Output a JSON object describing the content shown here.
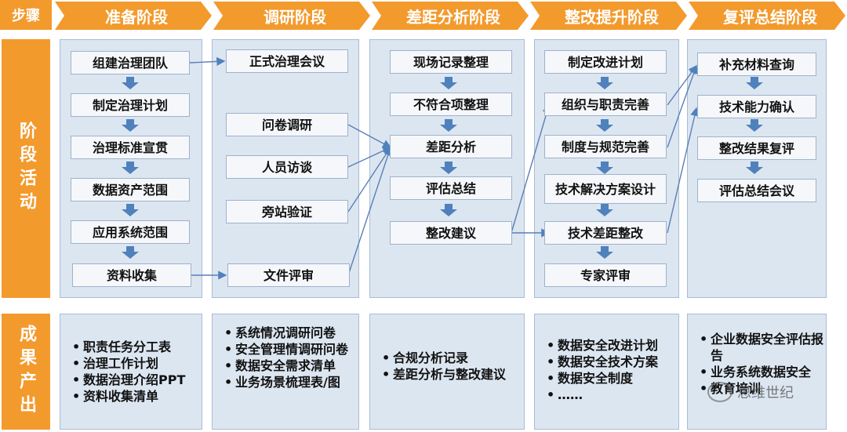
{
  "header": {
    "step_label": "步骤",
    "phases": [
      "准备阶段",
      "调研阶段",
      "差距分析阶段",
      "整改提升阶段",
      "复评总结阶段"
    ]
  },
  "side": {
    "activities_label": "阶段活动",
    "outputs_label": "成果产出"
  },
  "activities": {
    "prep": [
      "组建治理团队",
      "制定治理计划",
      "治理标准宣贯",
      "数据资产范围",
      "应用系统范围",
      "资料收集"
    ],
    "research": [
      "正式治理会议",
      "问卷调研",
      "人员访谈",
      "旁站验证",
      "文件评审"
    ],
    "gap": [
      "现场记录整理",
      "不符合项整理",
      "差距分析",
      "评估总结",
      "整改建议"
    ],
    "rectify": [
      "制定改进计划",
      "组织与职责完善",
      "制度与规范完善",
      "技术解决方案设计",
      "技术差距整改",
      "专家评审"
    ],
    "review": [
      "补充材料查询",
      "技术能力确认",
      "整改结果复评",
      "评估总结会议"
    ]
  },
  "outputs": {
    "prep": [
      "职责任务分工表",
      "治理工作计划",
      "数据治理介绍PPT",
      "资料收集清单"
    ],
    "research": [
      "系统情况调研问卷",
      "安全管理情调研问卷",
      "数据安全需求清单",
      "业务场景梳理表/图"
    ],
    "gap": [
      "合规分析记录",
      "差距分析与整改建议"
    ],
    "rectify": [
      "数据安全改进计划",
      "数据安全技术方案",
      "数据安全制度",
      "……"
    ],
    "review": [
      "企业数据安全评估报告",
      "业务系统数据安全",
      "教育培训"
    ]
  },
  "watermark": "思维世纪",
  "colors": {
    "orange": "#F39A2D",
    "panel": "#DCE6F1",
    "box": "#F5F7FA",
    "arrow": "#4F81BD",
    "line": "#5B7FB5"
  }
}
